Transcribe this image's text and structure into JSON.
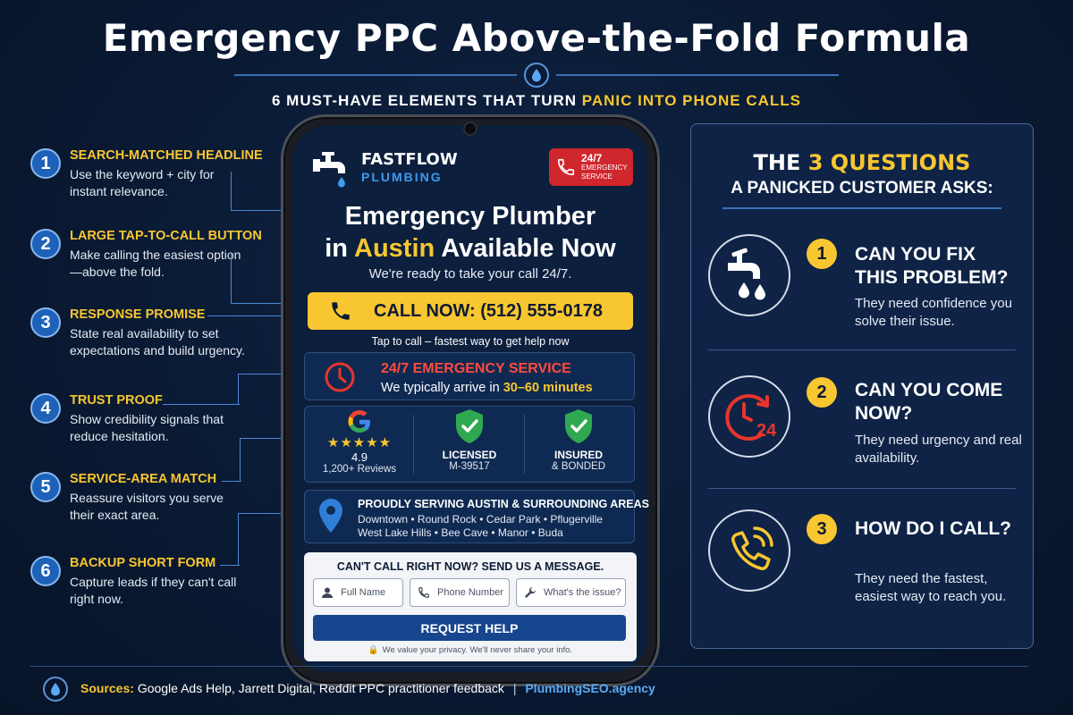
{
  "title": "Emergency PPC Above-the-Fold Formula",
  "subtitle": {
    "lead": "6 MUST-HAVE ELEMENTS THAT TURN",
    "highlight": "PANIC INTO PHONE CALLS"
  },
  "steps": [
    {
      "num": "1",
      "heading": "SEARCH-MATCHED HEADLINE",
      "desc": "Use the keyword + city for instant relevance."
    },
    {
      "num": "2",
      "heading": "LARGE TAP-TO-CALL BUTTON",
      "desc": "Make calling the easiest option—above the fold."
    },
    {
      "num": "3",
      "heading": "RESPONSE PROMISE",
      "desc": "State real availability to set expectations and build urgency."
    },
    {
      "num": "4",
      "heading": "TRUST PROOF",
      "desc": "Show credibility signals that reduce hesitation."
    },
    {
      "num": "5",
      "heading": "SERVICE-AREA MATCH",
      "desc": "Reassure visitors you serve their exact area."
    },
    {
      "num": "6",
      "heading": "BACKUP SHORT FORM",
      "desc": "Capture leads if they can't call right now."
    }
  ],
  "phone": {
    "brand_name": "FASTFLOW",
    "brand_sub": "PLUMBING",
    "badge": {
      "line1": "24/7",
      "line2": "EMERGENCY",
      "line3": "SERVICE"
    },
    "headline_line1": "Emergency Plumber",
    "headline_pre": "in",
    "headline_city": "Austin",
    "headline_post": "Available Now",
    "lead": "We're ready to take your call 24/7.",
    "call_button": "CALL NOW: (512) 555-0178",
    "tap_note": "Tap to call – fastest way to get help now",
    "service": {
      "title": "24/7 EMERGENCY SERVICE",
      "sub_pre": "We typically arrive in",
      "sub_highlight": "30–60 minutes"
    },
    "trust": {
      "rating_value": "4.9",
      "stars": "★★★★★",
      "reviews": "1,200+ Reviews",
      "licensed": "LICENSED",
      "license_no": "M-39517",
      "insured": "INSURED",
      "bonded": "& BONDED"
    },
    "area": {
      "title": "PROUDLY SERVING AUSTIN & SURROUNDING AREAS",
      "line1": "Downtown • Round Rock • Cedar Park • Pflugerville",
      "line2": "West Lake Hills • Bee Cave • Manor • Buda"
    },
    "form": {
      "title": "CAN'T CALL RIGHT NOW? SEND US A MESSAGE.",
      "name_placeholder": "Full Name",
      "phone_placeholder": "Phone Number",
      "issue_placeholder": "What's the issue?",
      "submit": "REQUEST HELP",
      "privacy": "We value your privacy. We'll never share your info."
    }
  },
  "panel": {
    "title_pre": "THE",
    "title_highlight": "3 QUESTIONS",
    "title_sub": "A PANICKED CUSTOMER ASKS:",
    "questions": [
      {
        "num": "1",
        "title": "CAN YOU FIX THIS PROBLEM?",
        "desc": "They need confidence you solve their issue.",
        "icon": "leaking-faucet-icon"
      },
      {
        "num": "2",
        "title": "CAN YOU COME NOW?",
        "desc": "They need urgency and real availability.",
        "icon": "clock-24-icon"
      },
      {
        "num": "3",
        "title": "HOW DO I CALL?",
        "desc": "They need the fastest, easiest way to reach you.",
        "icon": "phone-ringing-icon"
      }
    ]
  },
  "footer": {
    "label": "Sources:",
    "text": "Google Ads Help, Jarrett Digital, Reddit PPC practitioner feedback",
    "separator": "|",
    "link": "PlumbingSEO.agency"
  },
  "colors": {
    "accent_yellow": "#f8c630",
    "alert_red": "#d0262d",
    "brand_blue": "#3d9bf0",
    "background": "#0a1a33"
  }
}
